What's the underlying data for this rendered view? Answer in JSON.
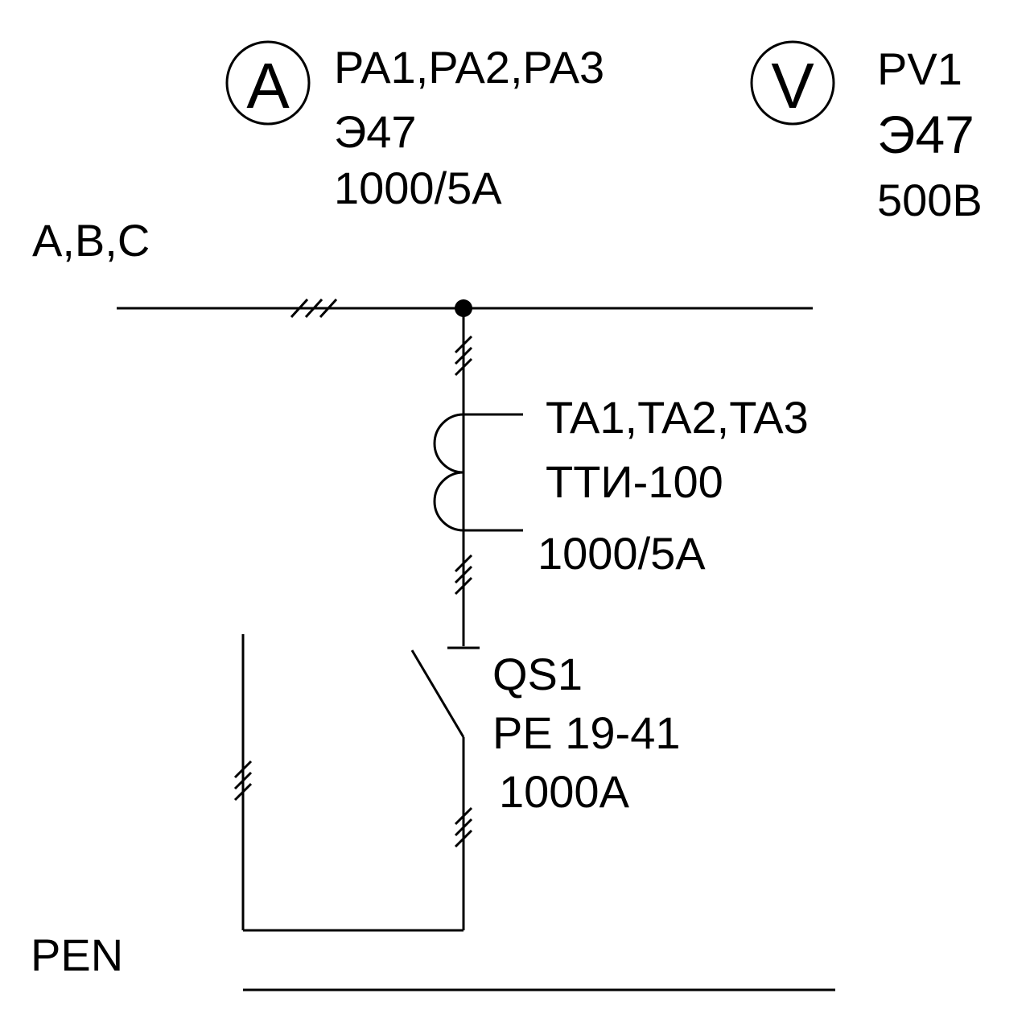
{
  "meters": {
    "ammeter": {
      "symbol": "A",
      "label_lines": [
        "PA1,PA2,PA3",
        "Э47",
        "1000/5A"
      ]
    },
    "voltmeter": {
      "symbol": "V",
      "label_lines": [
        "PV1",
        "Э47",
        "500B"
      ]
    }
  },
  "busbar": {
    "label": "A,B,C"
  },
  "transformer": {
    "label_lines": [
      "TA1,TA2,TA3",
      "ТТИ-100",
      "1000/5A"
    ]
  },
  "switch": {
    "label_lines": [
      "QS1",
      "PE 19-41",
      "1000A"
    ]
  },
  "pen_bus": {
    "label": "PEN"
  }
}
